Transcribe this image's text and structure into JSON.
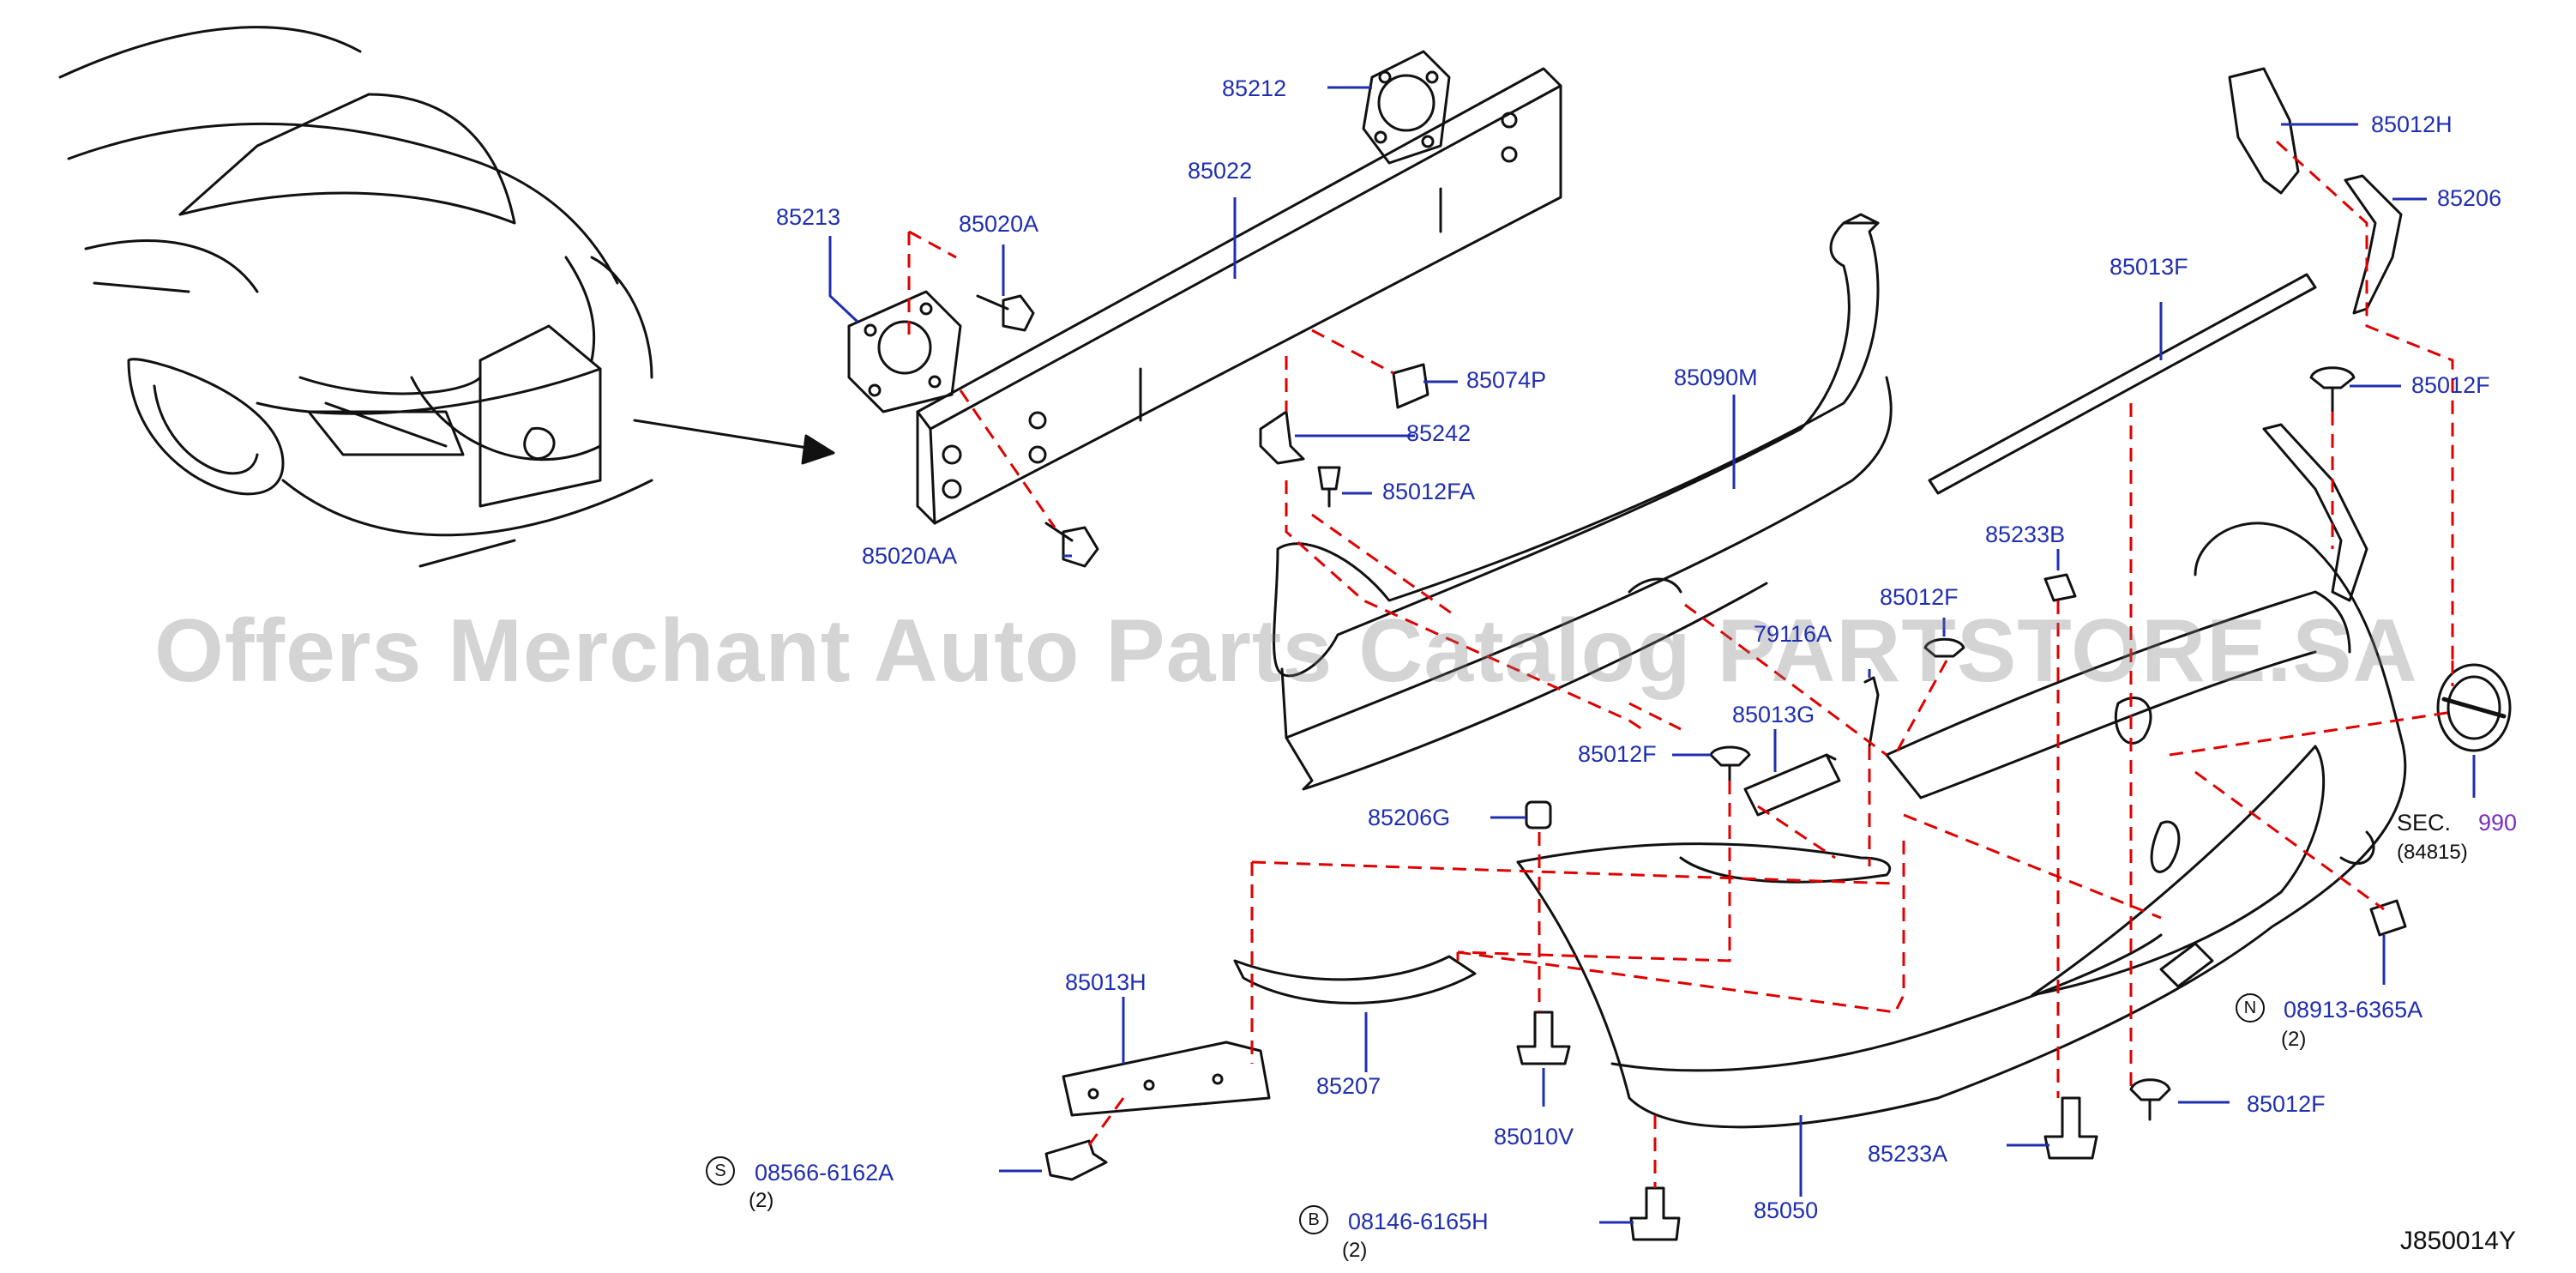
{
  "watermark": "Offers Merchant Auto Parts Catalog PARTSTORE.SA",
  "diagram_code": "J850014Y",
  "section_ref": {
    "prefix": "SEC.",
    "number": "990",
    "sub": "(84815)"
  },
  "parts": {
    "p85212": "85212",
    "p85022": "85022",
    "p85213": "85213",
    "p85020A": "85020A",
    "p85074P": "85074P",
    "p85242": "85242",
    "p85012FA": "85012FA",
    "p85020AA": "85020AA",
    "p85090M": "85090M",
    "p85013F": "85013F",
    "p85012H": "85012H",
    "p85206": "85206",
    "p85012F_top": "85012F",
    "p85233B": "85233B",
    "p85012F_mid": "85012F",
    "p79116A": "79116A",
    "p85013G": "85013G",
    "p85012F_left": "85012F",
    "p85206G": "85206G",
    "p85013H": "85013H",
    "p85207": "85207",
    "p85010V": "85010V",
    "p85050": "85050",
    "p85233A": "85233A",
    "p85012F_bottom": "85012F"
  },
  "fasteners": {
    "s": {
      "letter": "S",
      "part": "08566-6162A",
      "qty": "(2)"
    },
    "b": {
      "letter": "B",
      "part": "08146-6165H",
      "qty": "(2)"
    },
    "n": {
      "letter": "N",
      "part": "08913-6365A",
      "qty": "(2)"
    }
  },
  "colors": {
    "label": "#1f2fb0",
    "leader_red": "#e00000",
    "line": "#111111",
    "watermark": "#9a9a9a"
  }
}
